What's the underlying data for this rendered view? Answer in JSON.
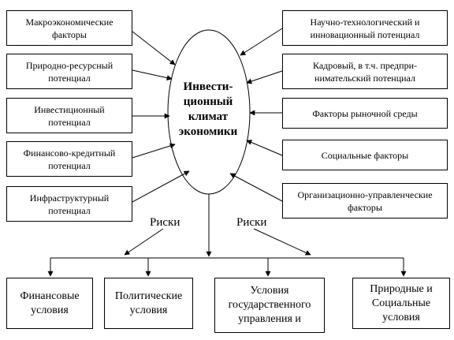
{
  "center": "Инвести-\nционный\nклимат\nэкономики",
  "left_factors": [
    "Макроэкономические\nфакторы",
    "Природно-ресурсный\nпотенциал",
    "Инвестиционный\nпотенциал",
    "Финансово-кредитный\nпотенциал",
    "Инфраструктурный\nпотенциал"
  ],
  "right_factors": [
    "Научно-технологический и\nинновационный потенциал",
    "Кадровый, в т.ч. предпри-\nнимательский потенциал",
    "Факторы рыночной среды",
    "Социальные факторы",
    "Организационно-управленческие\nфакторы"
  ],
  "risks": [
    "Риски",
    "Риски"
  ],
  "outcomes": [
    "Финансовые\nусловия",
    "Политические\nусловия",
    "Условия\nгосударственного\nуправления и",
    "Природные и\nСоциальные\nусловия"
  ]
}
